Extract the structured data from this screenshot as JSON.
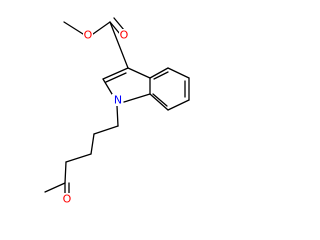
{
  "colors": {
    "bond": "#000000",
    "carbon": "#000000",
    "oxygen": "#ff0000",
    "nitrogen": "#0000ff",
    "background": "#ffffff"
  },
  "atoms": {
    "ester_methoxy_oxygen": "O",
    "ester_carbonyl_oxygen": "O",
    "indole_nitrogen": "N",
    "ketone_oxygen": "O"
  }
}
